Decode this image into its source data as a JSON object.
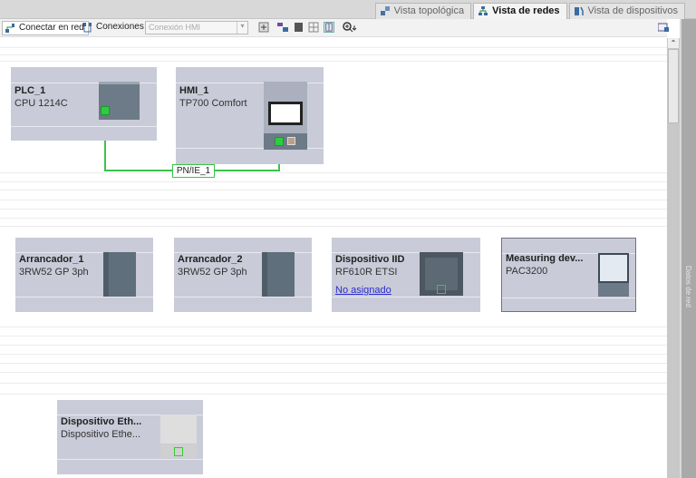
{
  "tabs": [
    {
      "label": "Vista topológica",
      "icon": "topology-icon",
      "active": false
    },
    {
      "label": "Vista de redes",
      "icon": "network-icon",
      "active": true
    },
    {
      "label": "Vista de dispositivos",
      "icon": "devices-icon",
      "active": false
    }
  ],
  "toolbar": {
    "connect_label": "Conectar en red",
    "connections_label": "Conexiones",
    "connection_type": "Conexión HMI",
    "icons": [
      "address-icon",
      "grid-icon",
      "page-icon",
      "table-icon",
      "panel-icon",
      "zoom-icon"
    ]
  },
  "devices": [
    {
      "name": "PLC_1",
      "type": "CPU 1214C"
    },
    {
      "name": "HMI_1",
      "type": "TP700 Comfort"
    },
    {
      "name": "Arrancador_1",
      "type": "3RW52 GP 3ph"
    },
    {
      "name": "Arrancador_2",
      "type": "3RW52 GP 3ph"
    },
    {
      "name": "Dispositivo IID",
      "type": "RF610R ETSI",
      "link": "No asignado"
    },
    {
      "name": "Measuring dev...",
      "type": "PAC3200"
    },
    {
      "name": "Dispositivo  Eth...",
      "type": "Dispositivo  Ethe..."
    }
  ],
  "network": {
    "label": "PN/IE_1",
    "color": "#3cc24a"
  },
  "side_panel": {
    "label": "Datos de red"
  }
}
